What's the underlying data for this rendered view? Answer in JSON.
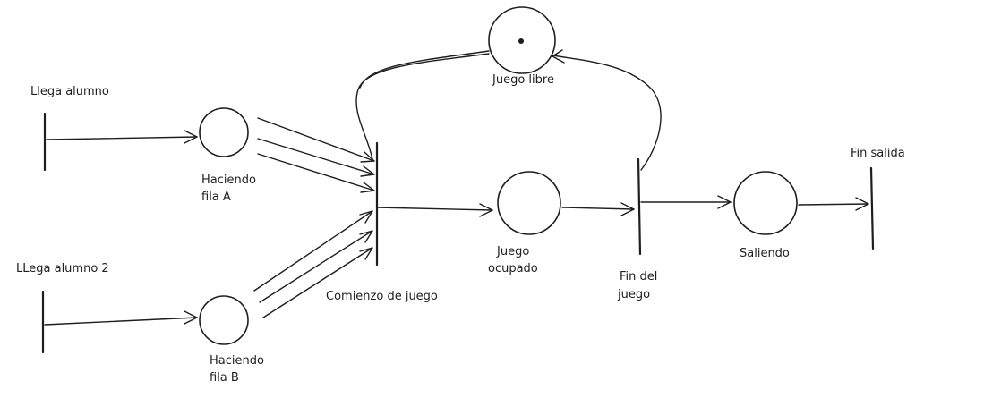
{
  "diagram": {
    "labels": {
      "llega_alumno": "Llega alumno",
      "llega_alumno_2": "LLega alumno 2",
      "haciendo_fila_a_1": "Haciendo",
      "haciendo_fila_a_2": "fila A",
      "haciendo_fila_b_1": "Haciendo",
      "haciendo_fila_b_2": "fila B",
      "comienzo_de_juego": "Comienzo de juego",
      "juego_libre": "Juego libre",
      "juego_ocupado_1": "Juego",
      "juego_ocupado_2": "ocupado",
      "fin_del_juego_1": "Fin del",
      "fin_del_juego_2": "juego",
      "saliendo": "Saliendo",
      "fin_salida": "Fin salida"
    },
    "juego_libre_tokens": 1,
    "stroke_color": "#1e1e1e"
  }
}
